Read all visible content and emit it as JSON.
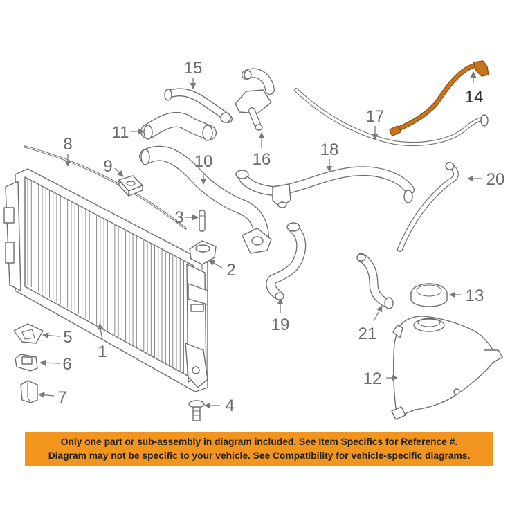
{
  "callouts": {
    "c1": "1",
    "c2": "2",
    "c3": "3",
    "c4": "4",
    "c5": "5",
    "c6": "6",
    "c7": "7",
    "c8": "8",
    "c9": "9",
    "c10": "10",
    "c11": "11",
    "c12": "12",
    "c13": "13",
    "c14": "14",
    "c15": "15",
    "c16": "16",
    "c17": "17",
    "c18": "18",
    "c19": "19",
    "c20": "20",
    "c21": "21"
  },
  "notice": {
    "line1": "Only one part or sub-assembly in diagram included. See Item Specifics for Reference #.",
    "line2": "Diagram may not be specific to your vehicle. See Compatibility for vehicle-specific diagrams."
  },
  "colors": {
    "highlight_part": "#c8741c",
    "notice_background": "#f2951f",
    "line_art": "#6e6e6e"
  }
}
